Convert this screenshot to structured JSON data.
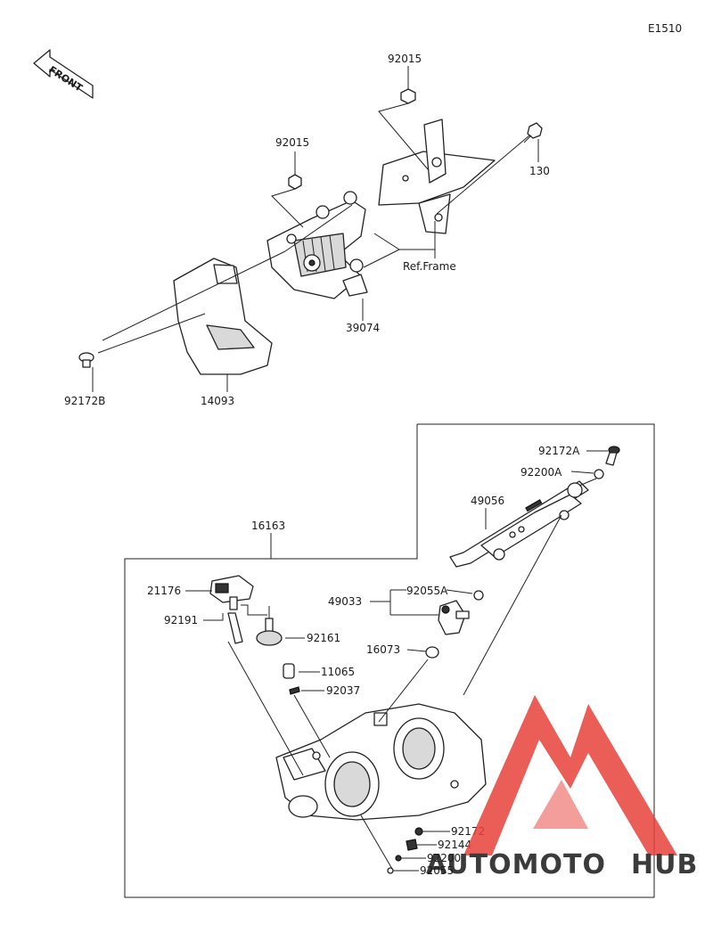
{
  "diagram_code": "E1510",
  "front_badge": "FRONT",
  "watermark": {
    "brand_a": "AUTOMOTO",
    "brand_b": "HUB",
    "color_red": "#e8413a",
    "color_grey": "#8c8c8c"
  },
  "labels": {
    "p92015_top": "92015",
    "p92015_mid": "92015",
    "p130": "130",
    "ref_frame": "Ref.Frame",
    "p39074": "39074",
    "p92172B": "92172B",
    "p14093": "14093",
    "p16163": "16163",
    "p92172A": "92172A",
    "p92200A": "92200A",
    "p49056": "49056",
    "p21176": "21176",
    "p49033": "49033",
    "p92055A": "92055A",
    "p92191": "92191",
    "p92161": "92161",
    "p16073": "16073",
    "p11065": "11065",
    "p92037": "92037",
    "p92172": "92172",
    "p92144": "92144",
    "p92200": "92200",
    "p92055": "92055"
  }
}
